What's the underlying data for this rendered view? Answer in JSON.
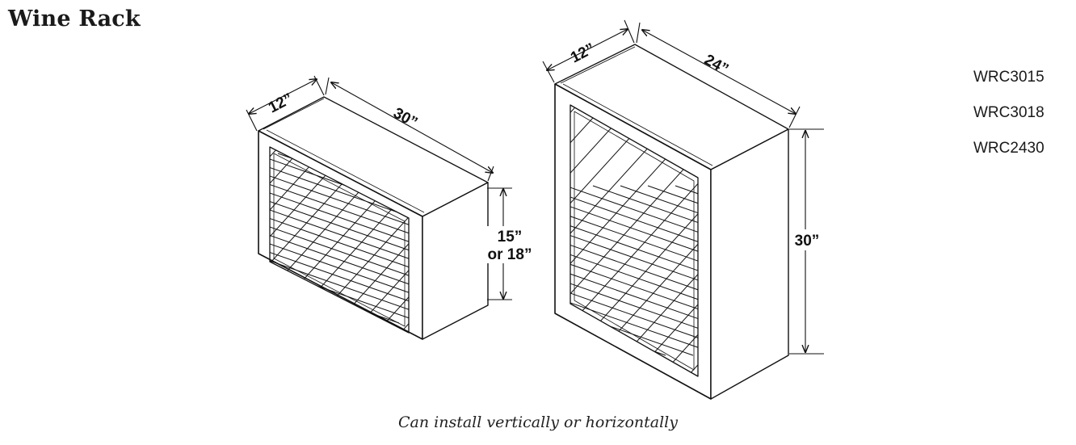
{
  "title": "Wine Rack",
  "model_codes": [
    "WRC3015",
    "WRC3018",
    "WRC2430"
  ],
  "small_cabinet": {
    "depth_label": "12”",
    "width_label": "30”",
    "height_label_line1": "15”",
    "height_label_line2": "or 18”"
  },
  "large_cabinet": {
    "depth_label": "12”",
    "width_label": "24”",
    "height_label": "30”"
  },
  "caption": "Can install vertically or horizontally",
  "colors": {
    "line": "#111111",
    "background": "#ffffff"
  }
}
